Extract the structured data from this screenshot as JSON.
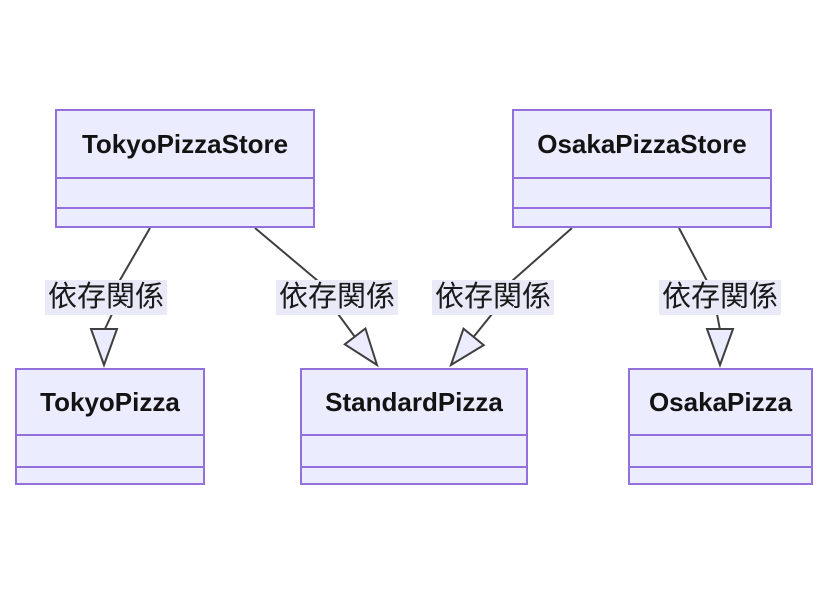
{
  "diagram": {
    "kind": "uml-class-diagram",
    "classes": [
      {
        "name": "TokyoPizzaStore"
      },
      {
        "name": "OsakaPizzaStore"
      },
      {
        "name": "TokyoPizza"
      },
      {
        "name": "StandardPizza"
      },
      {
        "name": "OsakaPizza"
      }
    ],
    "edges": [
      {
        "from": "TokyoPizzaStore",
        "to": "TokyoPizza",
        "label": "依存関係",
        "arrow": "hollow-triangle"
      },
      {
        "from": "TokyoPizzaStore",
        "to": "StandardPizza",
        "label": "依存関係",
        "arrow": "hollow-triangle"
      },
      {
        "from": "OsakaPizzaStore",
        "to": "StandardPizza",
        "label": "依存関係",
        "arrow": "hollow-triangle"
      },
      {
        "from": "OsakaPizzaStore",
        "to": "OsakaPizza",
        "label": "依存関係",
        "arrow": "hollow-triangle"
      }
    ],
    "colors": {
      "node_fill": "#ECECFF",
      "node_border": "#9370DB",
      "edge_line": "#3F3F3F",
      "arrowhead_fill": "#ECECFF",
      "label_background": "#E9E9F8",
      "text": "#131313",
      "background": "#FFFFFF"
    }
  }
}
